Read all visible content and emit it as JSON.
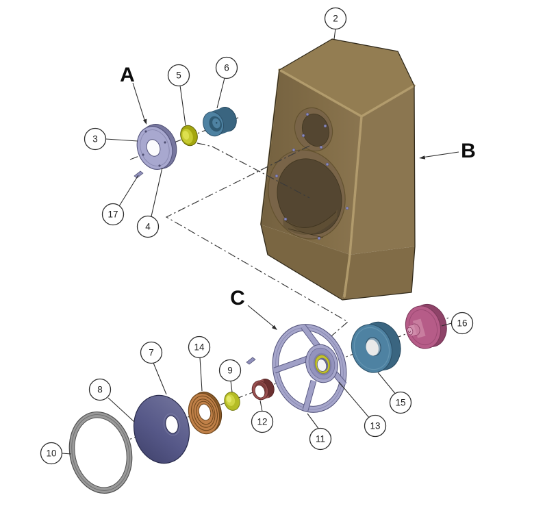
{
  "diagram": {
    "balloons": {
      "b2": "2",
      "b3": "3",
      "b4": "4",
      "b5": "5",
      "b6": "6",
      "b7": "7",
      "b8": "8",
      "b9": "9",
      "b10": "10",
      "b11": "11",
      "b12": "12",
      "b13": "13",
      "b14": "14",
      "b15": "15",
      "b16": "16",
      "b17": "17"
    },
    "section_labels": {
      "a": "A",
      "b": "B",
      "c": "C"
    },
    "colors": {
      "cabinet_top": "#937d52",
      "cabinet_front": "#826d47",
      "cabinet_side": "#8b7650",
      "cabinet_plinth": "#7a6642",
      "cabinet_plinth_side": "#816c47",
      "recess": "#796448",
      "recess_hole": "#544631",
      "lavender": "#a8a8cf",
      "dome_yellow": "#c6ca30",
      "magnet_blue": "#4e82a2",
      "magnet_blue_dark": "#3a6580",
      "gasket_gray": "#9a9a9a",
      "cone_purple": "#565888",
      "spider_copper": "#c08048",
      "dustcap_yellow": "#b5bc25",
      "coil_maroon": "#9b5252",
      "basket_lavender": "#a6a6cb",
      "plate_pink": "#b65c88",
      "screw_lavender": "#9090bb"
    }
  }
}
